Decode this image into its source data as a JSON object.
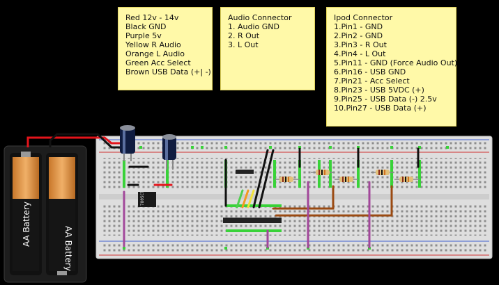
{
  "notes": {
    "wire_colors": {
      "lines": [
        "Red 12v - 14v",
        "Black GND",
        "Purple 5v",
        "Yellow R Audio",
        "Orange L Audio",
        "Green Acc Select",
        "Brown USB Data (+| -)"
      ]
    },
    "audio_connector": {
      "lines": [
        "Audio Connector",
        "1. Audio GND",
        "2. R Out",
        "3. L Out"
      ]
    },
    "ipod_connector": {
      "lines": [
        "Ipod Connector",
        "1.Pin1 - GND",
        "2.Pin2 - GND",
        "3.Pin3 - R Out",
        "4.Pin4 - L Out",
        "5.Pin11 - GND (Force Audio Out)",
        "6.Pin16 - USB GND",
        "7.Pin21 - Acc Select",
        "8.Pin23 - USB 5VDC (+)",
        "9.Pin25 - USB Data (-) 2.5v",
        "10.Pin27 - USB Data (+)"
      ]
    }
  },
  "battery_pack": {
    "cells": [
      "AA Battery",
      "AA Battery"
    ]
  },
  "regulator": {
    "label": "7805CT"
  },
  "colors": {
    "red": "#e4141b",
    "black": "#111111",
    "purple": "#a2479a",
    "yellow": "#f2e13a",
    "orange": "#f39a1f",
    "green": "#4fd04f",
    "brown": "#9b4a12",
    "note_bg": "#fff9a8"
  }
}
